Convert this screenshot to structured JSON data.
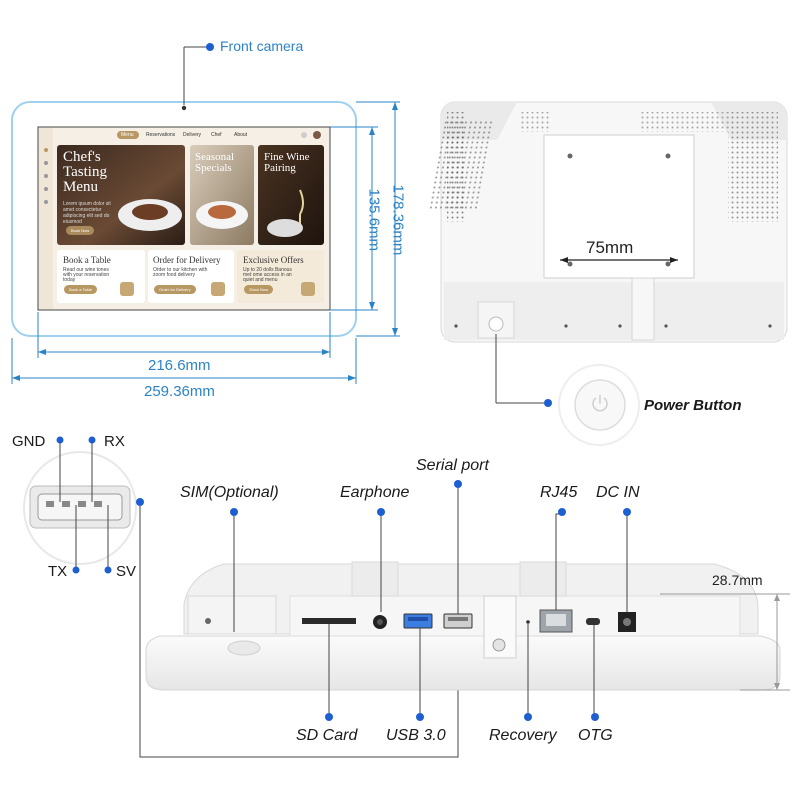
{
  "labels": {
    "front_camera": "Front camera",
    "power_button": "Power Button",
    "serial_port": "Serial port",
    "sim": "SIM(Optional)",
    "earphone": "Earphone",
    "rj45": "RJ45",
    "dc_in": "DC IN",
    "sd_card": "SD Card",
    "usb3": "USB 3.0",
    "recovery": "Recovery",
    "otg": "OTG"
  },
  "pins": {
    "gnd": "GND",
    "rx": "RX",
    "tx": "TX",
    "sv": "SV"
  },
  "dimensions": {
    "screen_width": "216.6mm",
    "overall_width": "259.36mm",
    "screen_height": "135.6mm",
    "overall_height": "178.36mm",
    "vesa": "75mm",
    "thickness": "28.7mm"
  },
  "screen_ui": {
    "nav": [
      "Menu",
      "Reservations",
      "Delivery",
      "Chef",
      "About"
    ],
    "hero_title": "Chef's Tasting Menu",
    "hero_body": "Lorem ipsum dolor sit amet consectetur adipiscing elit sed do eiusmod",
    "hero_button": "Book Now",
    "card2_title": "Seasonal Specials",
    "card3_title": "Fine Wine Pairing",
    "tiles": [
      {
        "title": "Book a Table",
        "body": "Read our wine tones with your reservation today",
        "button": "Book a Table"
      },
      {
        "title": "Order for Delivery",
        "body": "Order to our kitchen with zoom food delivery",
        "button": "Order for Delivery"
      },
      {
        "title": "Exclusive Offers",
        "body": "Up to 20 dolls Banous met ome access in an quiet and menu",
        "button": "Show Now"
      }
    ]
  },
  "colors": {
    "accent_blue": "#2b83c6",
    "callout_dot": "#1d5fd1",
    "gold": "#a98a5c",
    "device": "#f4f4f4"
  }
}
